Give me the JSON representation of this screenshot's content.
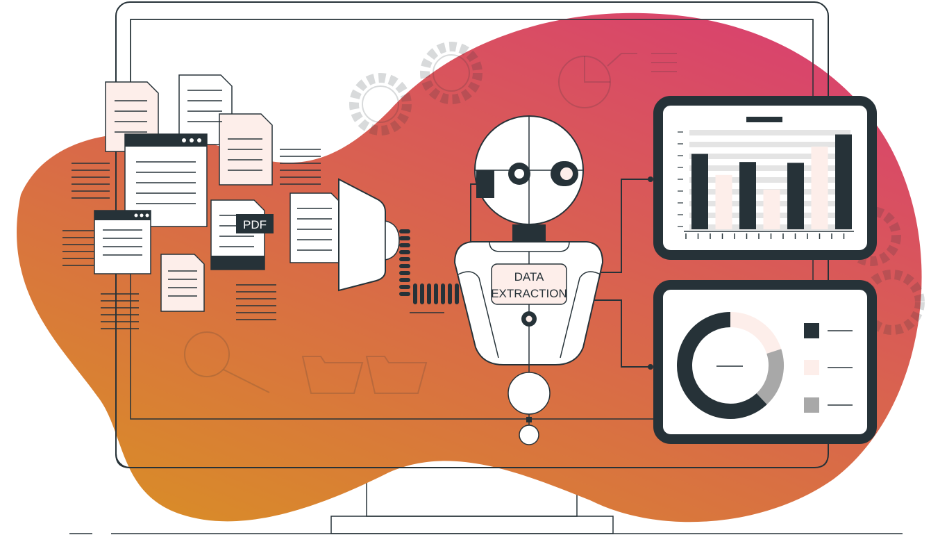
{
  "illustration": {
    "pdf_label": "PDF",
    "robot_label_line1": "DATA",
    "robot_label_line2": "EXTRACTION"
  },
  "colors": {
    "blob_top": "#d9416f",
    "blob_bottom": "#d98c28",
    "dark": "#263238",
    "pink": "#fdeeea",
    "gray": "#a8a8a8"
  },
  "bar_panel": {
    "bars": [
      {
        "value": 93,
        "color": "dark"
      },
      {
        "value": 67,
        "color": "pink"
      },
      {
        "value": 83,
        "color": "dark"
      },
      {
        "value": 49,
        "color": "pink"
      },
      {
        "value": 82,
        "color": "dark"
      },
      {
        "value": 102,
        "color": "pink"
      },
      {
        "value": 117,
        "color": "dark"
      }
    ],
    "max": 120
  },
  "donut_panel": {
    "slices": [
      {
        "fraction": 0.2,
        "color": "pink"
      },
      {
        "fraction": 0.18,
        "color": "gray"
      },
      {
        "fraction": 0.62,
        "color": "dark"
      }
    ]
  }
}
